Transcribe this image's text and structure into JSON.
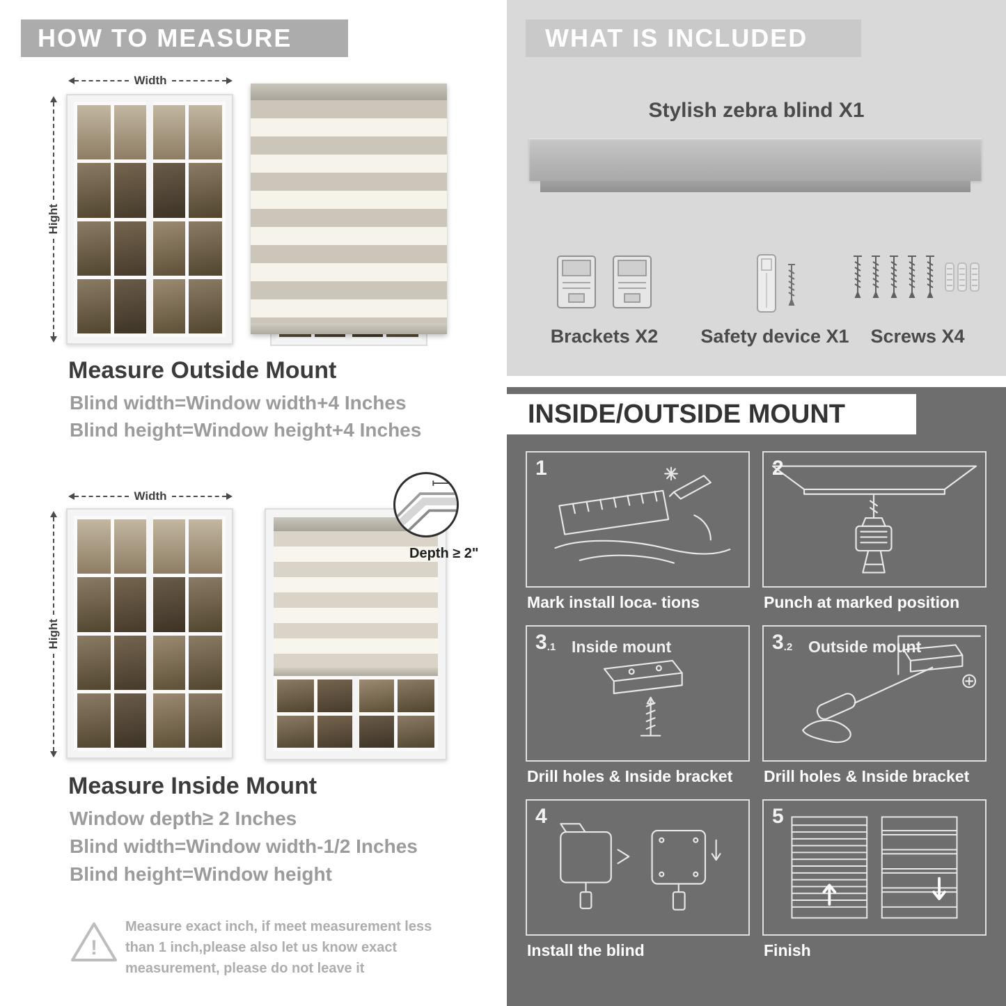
{
  "left": {
    "header": "HOW TO MEASURE",
    "outside": {
      "width_label": "Width",
      "height_label": "Hight",
      "title": "Measure Outside Mount",
      "lines": [
        "Blind width=Window width+4 Inches",
        "Blind height=Window height+4 Inches"
      ]
    },
    "inside": {
      "width_label": "Width",
      "height_label": "Hight",
      "depth_label": "Depth ≥ 2\"",
      "title": "Measure Inside Mount",
      "lines": [
        "Window depth≥ 2 Inches",
        "Blind width=Window width-1/2 Inches",
        "Blind height=Window height"
      ]
    },
    "warning": {
      "mark": "!",
      "text": "Measure exact inch, if meet measurement less than 1 inch,please also let us know exact measurement, please do not leave it"
    }
  },
  "included": {
    "header": "WHAT IS INCLUDED",
    "blind_label": "Stylish zebra blind X1",
    "items": [
      "Brackets X2",
      "Safety device X1",
      "Screws X4"
    ]
  },
  "mount": {
    "header": "INSIDE/OUTSIDE MOUNT",
    "steps": [
      {
        "num": "1",
        "caption": "Mark install loca- tions"
      },
      {
        "num": "2",
        "caption": "Punch at  marked position"
      },
      {
        "num": "3",
        "sub": ".1",
        "title": "Inside mount",
        "caption": "Drill holes &  Inside bracket"
      },
      {
        "num": "3",
        "sub": ".2",
        "title": "Outside mount",
        "caption": "Drill holes &  Inside bracket"
      },
      {
        "num": "4",
        "caption": "Install the blind"
      },
      {
        "num": "5",
        "caption": "Finish"
      }
    ]
  },
  "colors": {
    "left_banner": "#acacac",
    "included_bg": "#d9d9d9",
    "included_banner": "#c9c9c9",
    "mount_bg": "#6e6e6e",
    "heading_text": "#3b3b3b",
    "body_text": "#9b9b9b"
  }
}
